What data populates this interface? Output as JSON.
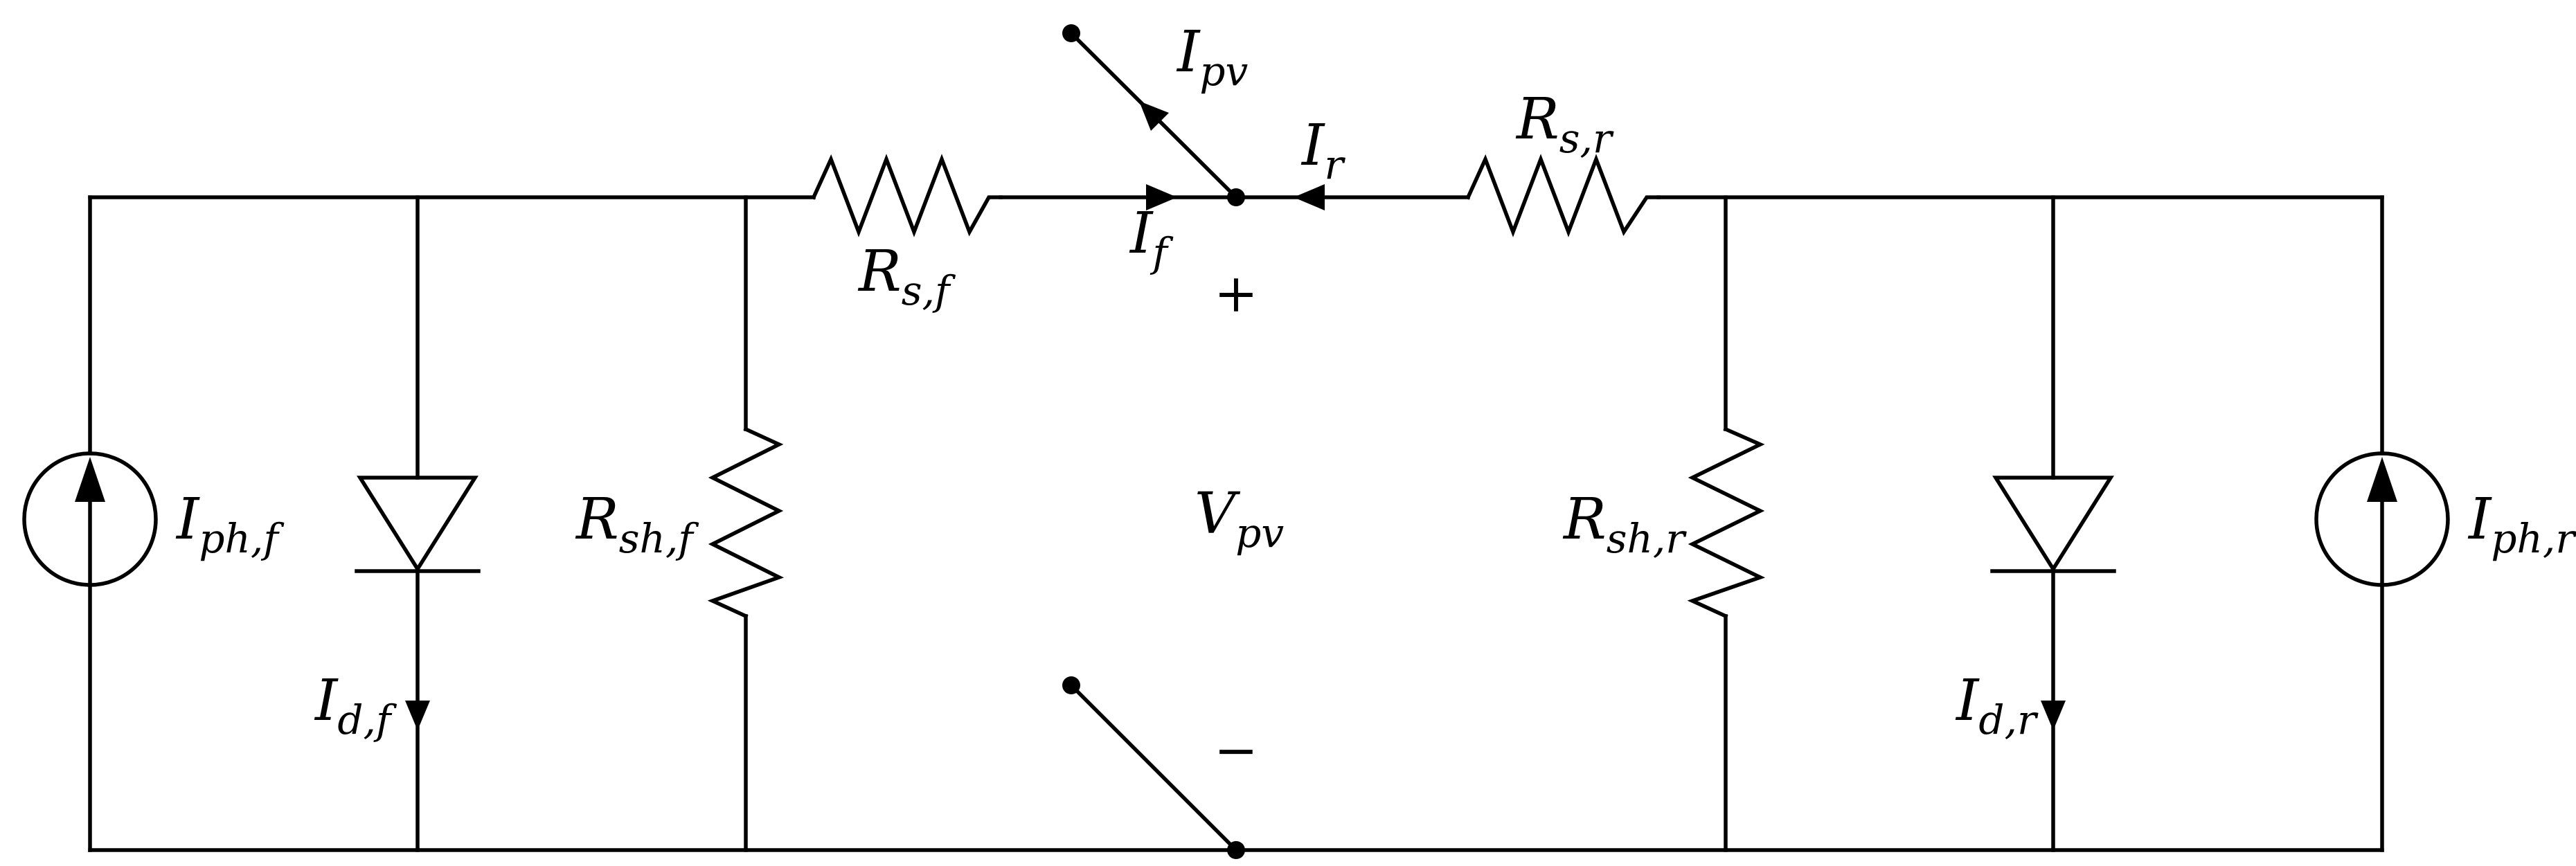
{
  "diagram": {
    "labels": {
      "ipv": {
        "main": "I",
        "sub": "pv"
      },
      "ir": {
        "main": "I",
        "sub": "r"
      },
      "if": {
        "main": "I",
        "sub": "f"
      },
      "rsf": {
        "main": "R",
        "sub": "s,f"
      },
      "rsr": {
        "main": "R",
        "sub": "s,r"
      },
      "rshf": {
        "main": "R",
        "sub": "sh,f"
      },
      "rshr": {
        "main": "R",
        "sub": "sh,r"
      },
      "iphf": {
        "main": "I",
        "sub": "ph,f"
      },
      "iphr": {
        "main": "I",
        "sub": "ph,r"
      },
      "idf": {
        "main": "I",
        "sub": "d,f"
      },
      "idr": {
        "main": "I",
        "sub": "d,r"
      },
      "vpv": {
        "main": "V",
        "sub": "pv"
      },
      "plus": "+",
      "minus": "−"
    }
  }
}
